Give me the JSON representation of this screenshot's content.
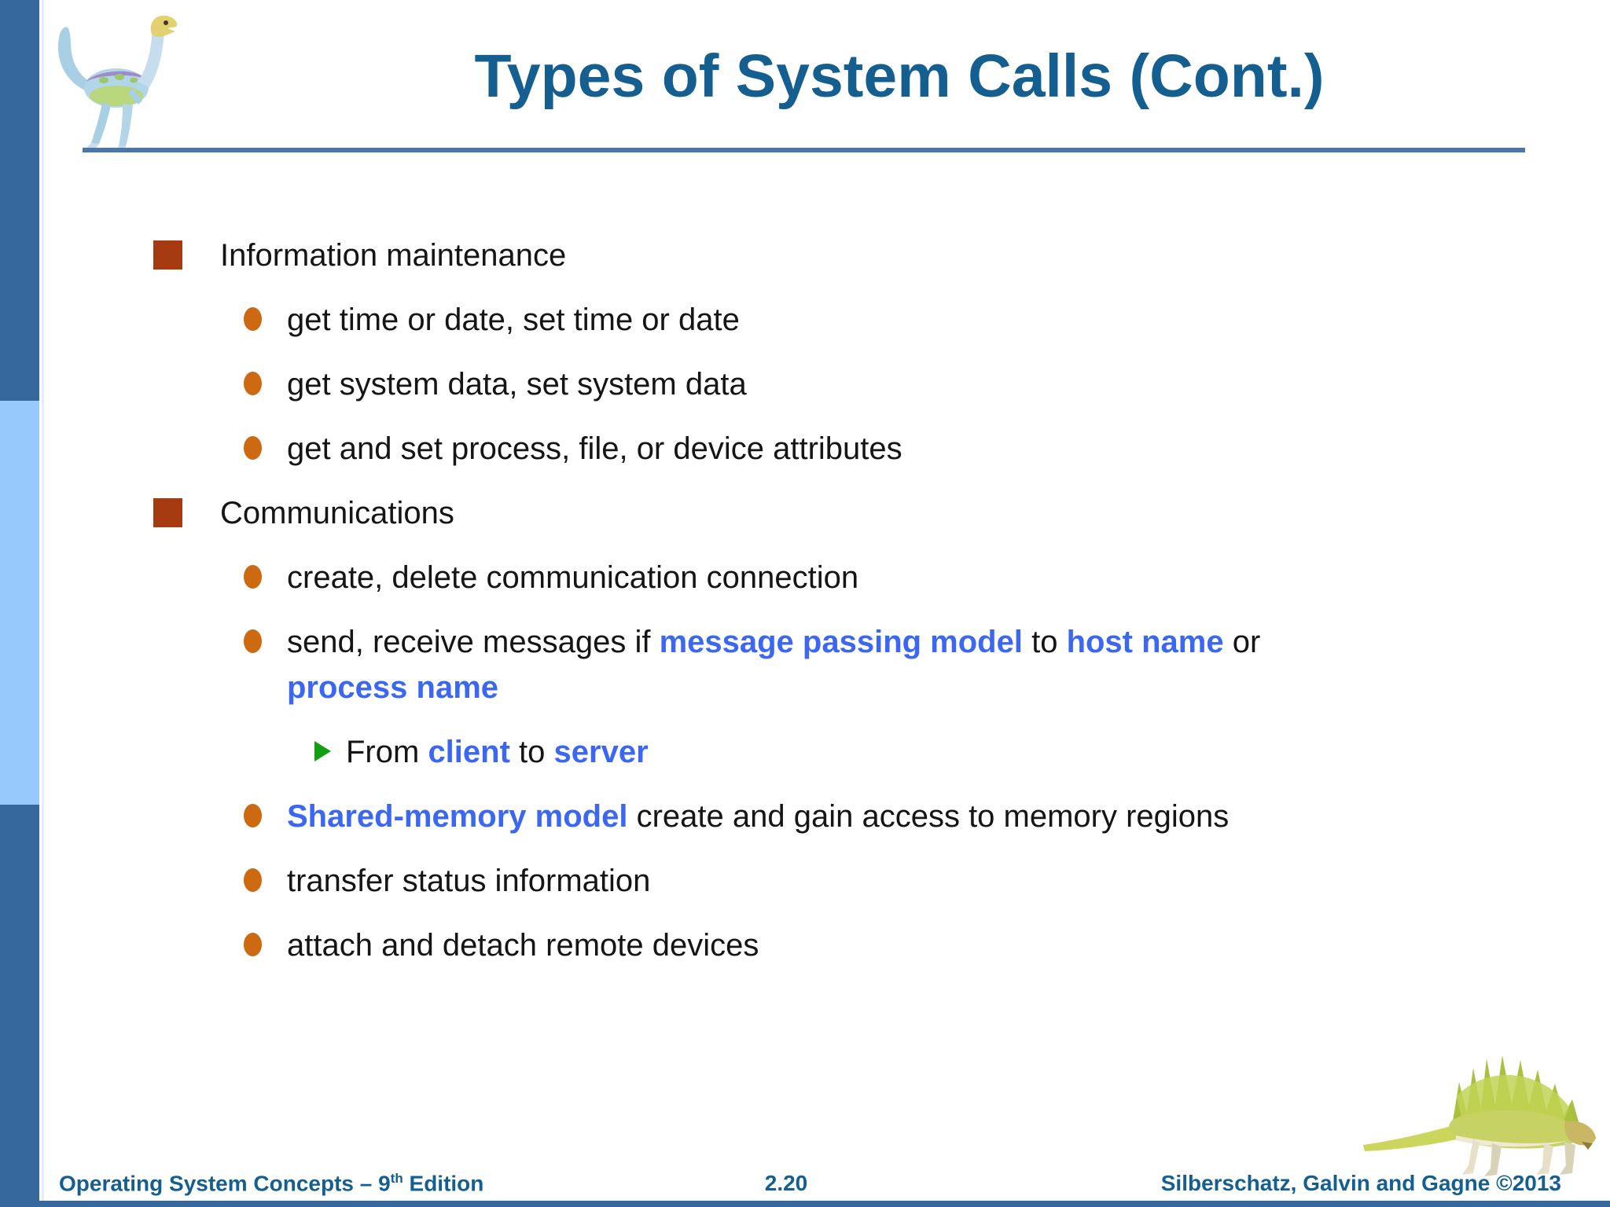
{
  "slide": {
    "title": "Types of System Calls (Cont.)",
    "bullets": [
      {
        "level": 1,
        "segments": [
          {
            "t": "Information maintenance",
            "s": "n"
          }
        ]
      },
      {
        "level": 2,
        "segments": [
          {
            "t": "get time or date, set time or date",
            "s": "n"
          }
        ]
      },
      {
        "level": 2,
        "segments": [
          {
            "t": "get system data, set system data",
            "s": "n"
          }
        ]
      },
      {
        "level": 2,
        "segments": [
          {
            "t": "get and set process, file, or device attributes",
            "s": "n"
          }
        ]
      },
      {
        "level": 1,
        "segments": [
          {
            "t": "Communications",
            "s": "n"
          }
        ]
      },
      {
        "level": 2,
        "segments": [
          {
            "t": "create, delete communication connection",
            "s": "n"
          }
        ]
      },
      {
        "level": 2,
        "segments": [
          {
            "t": "send, receive messages if ",
            "s": "n"
          },
          {
            "t": "message passing model",
            "s": "b"
          },
          {
            "t": " to ",
            "s": "n"
          },
          {
            "t": "host name",
            "s": "b"
          },
          {
            "t": " or ",
            "s": "n"
          },
          {
            "t": "process name",
            "s": "b"
          }
        ]
      },
      {
        "level": 3,
        "segments": [
          {
            "t": "From ",
            "s": "n"
          },
          {
            "t": "client",
            "s": "b"
          },
          {
            "t": " to ",
            "s": "n"
          },
          {
            "t": "server",
            "s": "b"
          }
        ]
      },
      {
        "level": 2,
        "segments": [
          {
            "t": "Shared-memory model",
            "s": "b"
          },
          {
            "t": " create and gain access to memory regions",
            "s": "n"
          }
        ]
      },
      {
        "level": 2,
        "segments": [
          {
            "t": "transfer status information",
            "s": "n"
          }
        ]
      },
      {
        "level": 2,
        "segments": [
          {
            "t": "attach and detach remote devices",
            "s": "n"
          }
        ]
      }
    ],
    "footer": {
      "left_prefix": "Operating System Concepts – 9",
      "left_sup": "th",
      "left_suffix": " Edition",
      "page": "2.20",
      "right": "Silberschatz, Galvin and Gagne ©2013"
    },
    "colors": {
      "title-blue": "#145f90",
      "body-text": "#151515",
      "highlight-blue": "#3b67f2",
      "square-bullet": "#a63a10",
      "circle-bullet": "#cc6911",
      "arrow-green": "#12a012",
      "sidebar-dark": "#36689e",
      "sidebar-light": "#97c9fc",
      "rule-blue": "#4a77a6"
    },
    "images": {
      "top_left": "dinosaur-logo",
      "bottom_right": "sailback-dinosaur-illustration"
    }
  }
}
